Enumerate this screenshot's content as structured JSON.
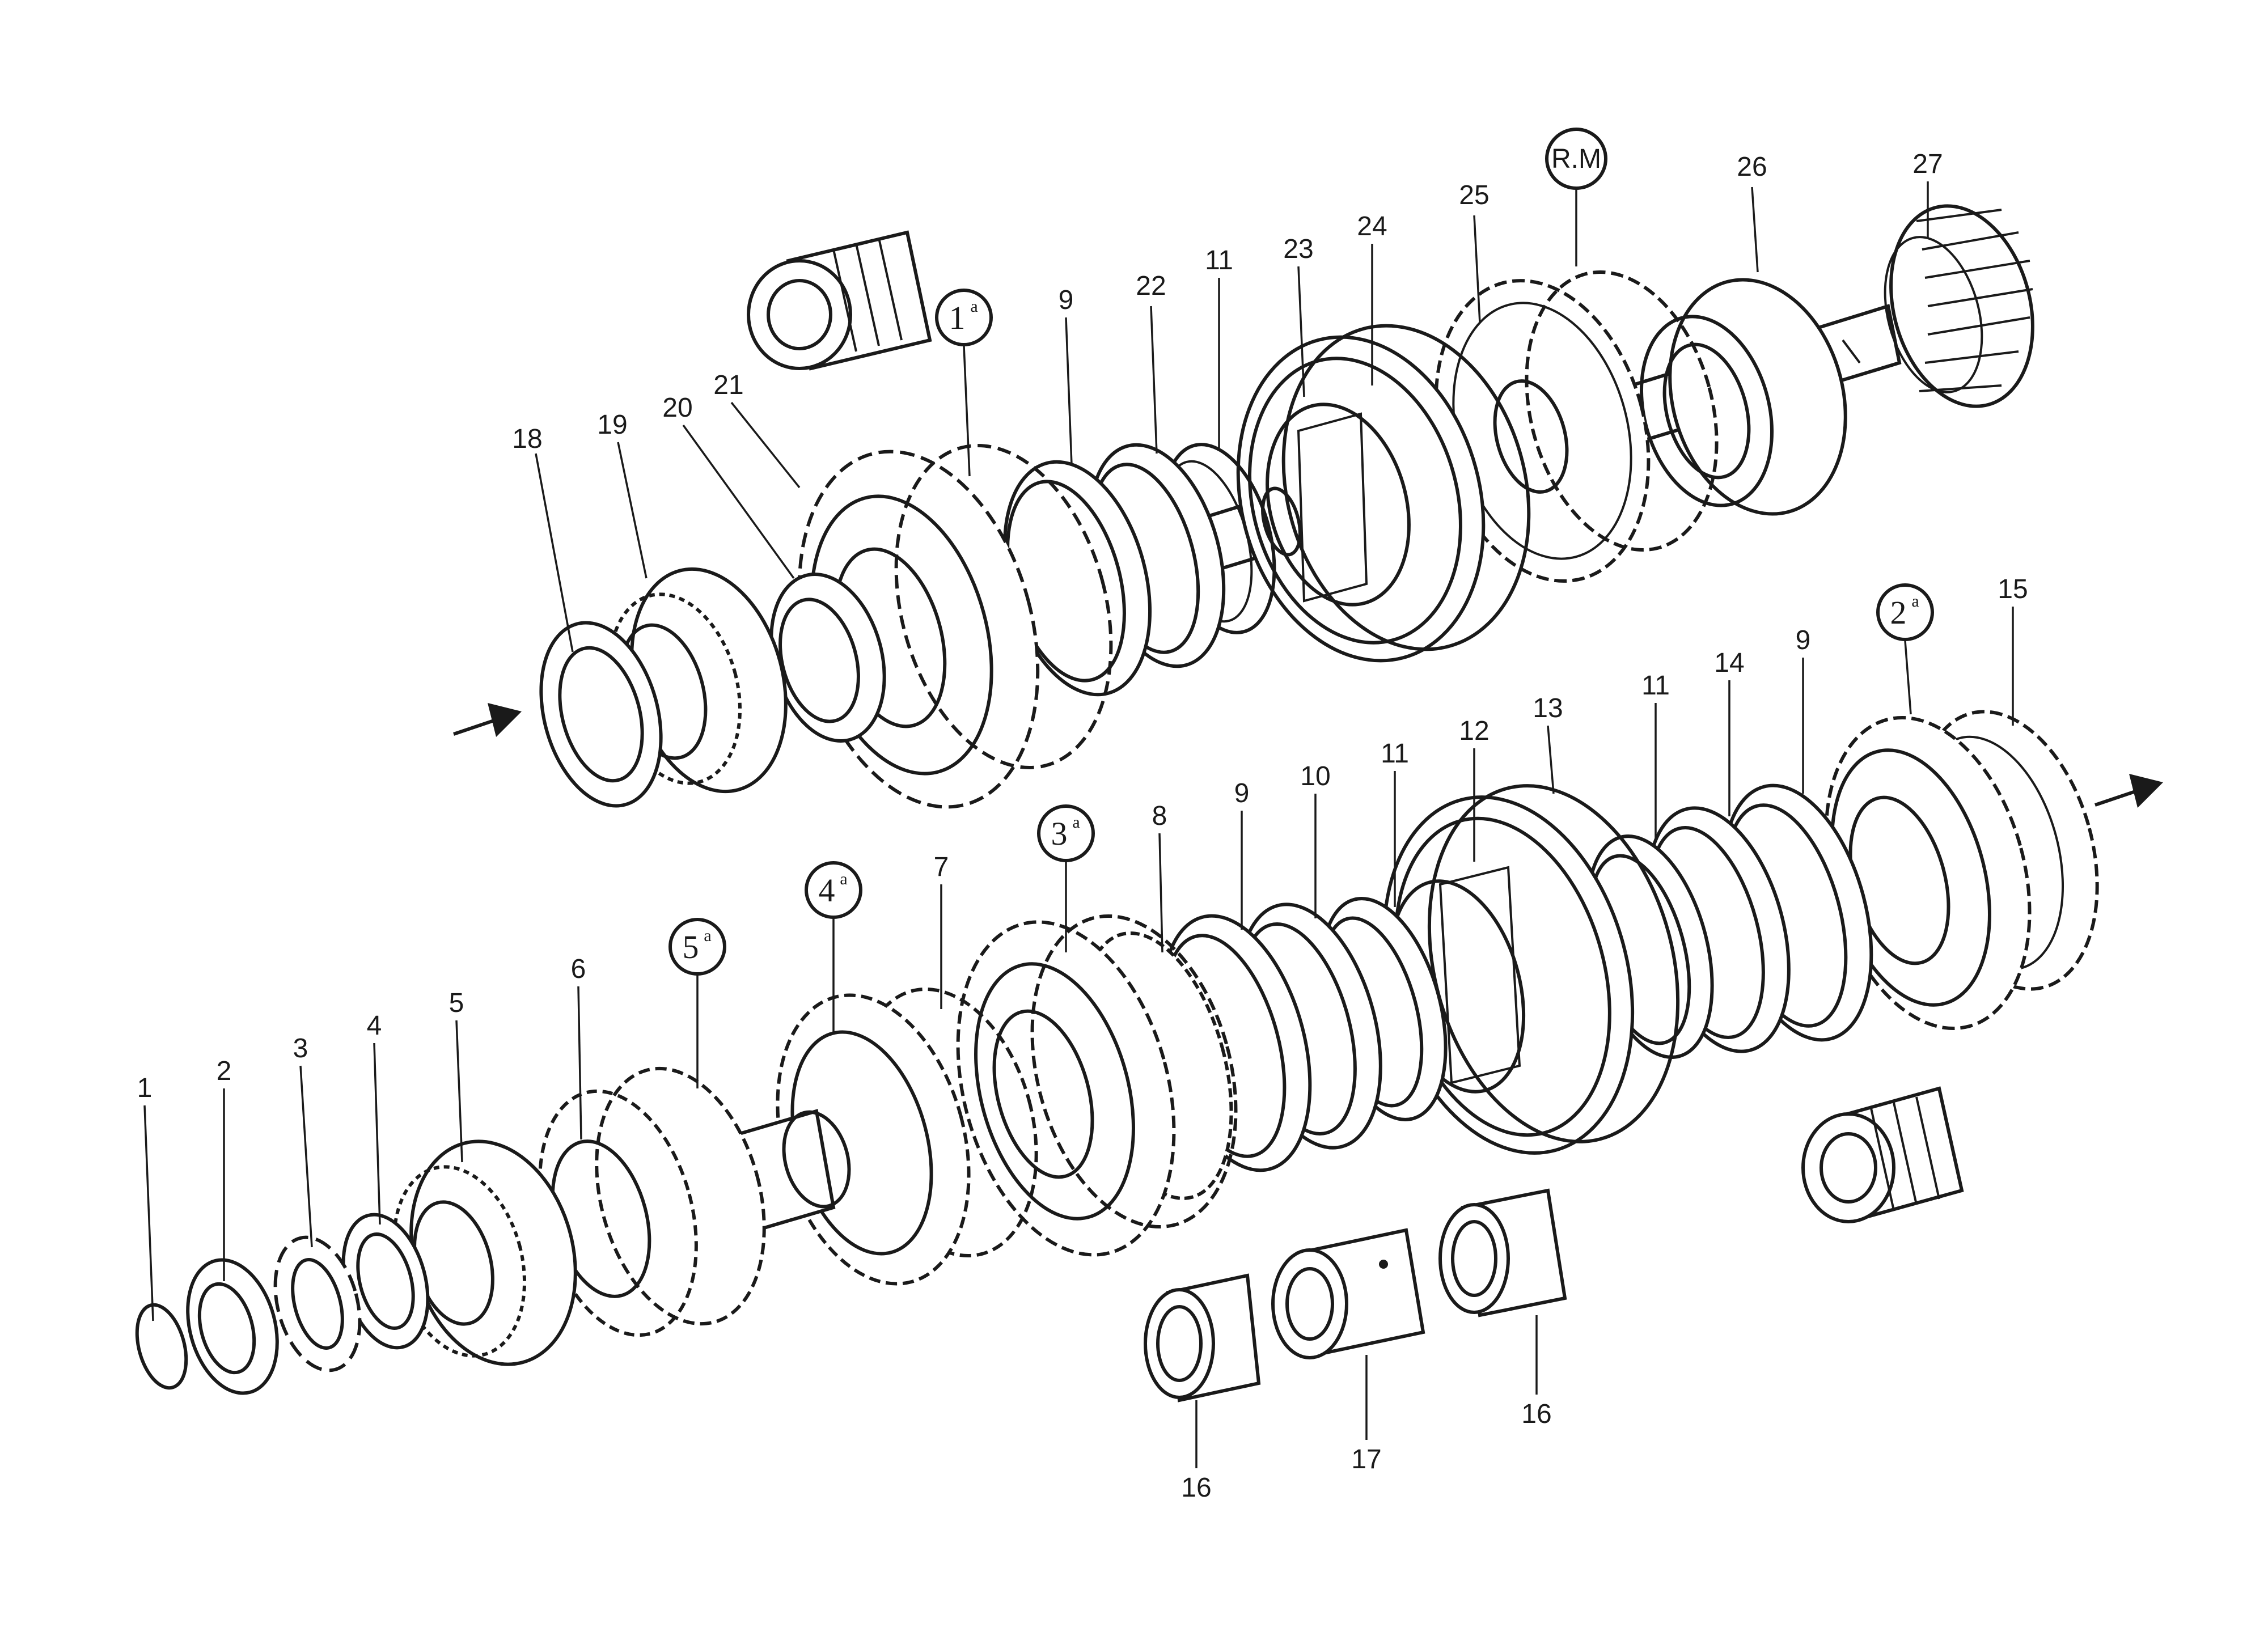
{
  "labels": {
    "p1": "1",
    "p2": "2",
    "p3": "3",
    "p4": "4",
    "p5": "5",
    "p6": "6",
    "p7": "7",
    "p8": "8",
    "p9a": "9",
    "p9b": "9",
    "p9c": "9",
    "p10": "10",
    "p11a": "11",
    "p11b": "11",
    "p11c": "11",
    "p12": "12",
    "p13": "13",
    "p14": "14",
    "p15": "15",
    "p16a": "16",
    "p16b": "16",
    "p17": "17",
    "p18": "18",
    "p19": "19",
    "p20": "20",
    "p21": "21",
    "p22": "22",
    "p23": "23",
    "p24": "24",
    "p25": "25",
    "p26": "26",
    "p27": "27"
  },
  "gears": {
    "g1": {
      "num": "1",
      "sup": "a"
    },
    "g2": {
      "num": "2",
      "sup": "a"
    },
    "g3": {
      "num": "3",
      "sup": "a"
    },
    "g4": {
      "num": "4",
      "sup": "a"
    },
    "g5": {
      "num": "5",
      "sup": "a"
    },
    "rm": {
      "num": "R.M"
    }
  }
}
